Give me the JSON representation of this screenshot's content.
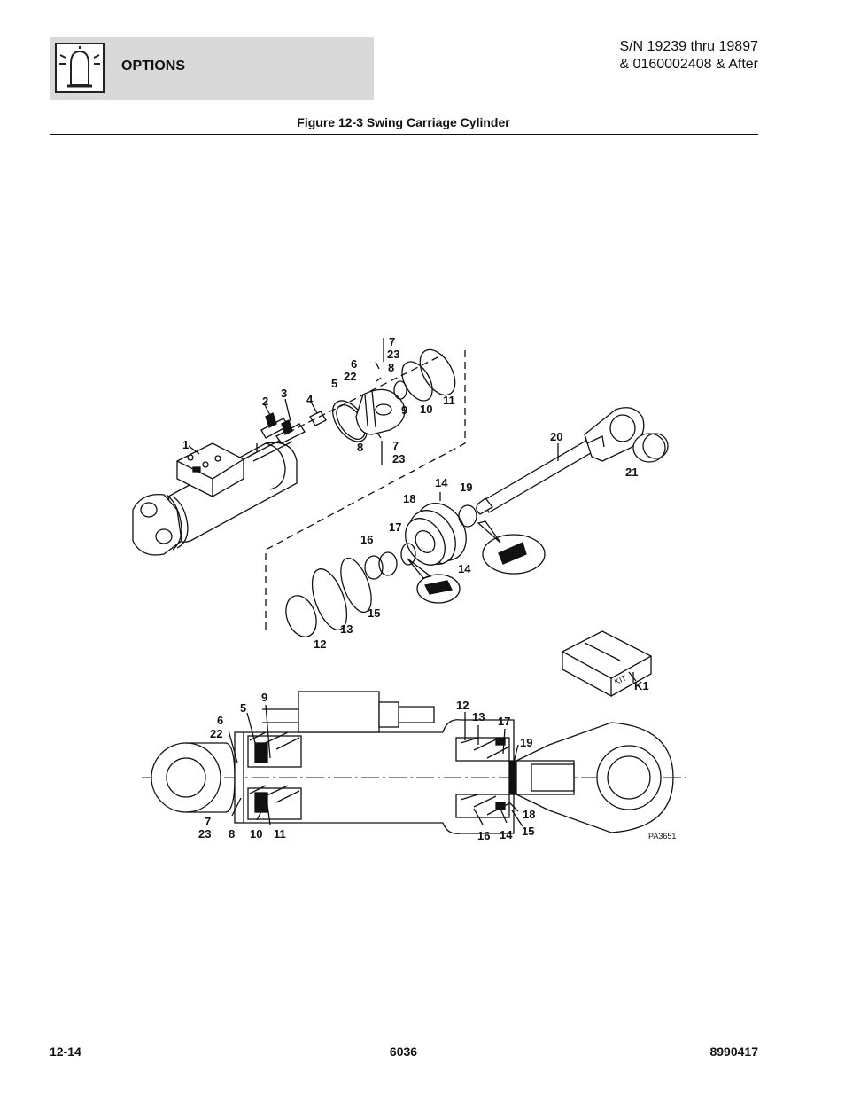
{
  "header": {
    "section": "OPTIONS",
    "serial_line1": "S/N 19239 thru 19897",
    "serial_line2": "& 0160002408 & After"
  },
  "figure": {
    "title": "Figure 12-3 Swing Carriage Cylinder",
    "art_code": "PA3651",
    "kit_text": "KIT"
  },
  "callouts": {
    "exploded": [
      "1",
      "2",
      "3",
      "4",
      "5",
      "6",
      "22",
      "7",
      "23",
      "8",
      "9",
      "10",
      "11",
      "8",
      "7",
      "23",
      "20",
      "21",
      "14",
      "19",
      "18",
      "17",
      "16",
      "14",
      "15",
      "13",
      "12"
    ],
    "kit": "K1",
    "section": [
      "9",
      "5",
      "6",
      "22",
      "7",
      "23",
      "8",
      "10",
      "11",
      "12",
      "13",
      "17",
      "19",
      "18",
      "16",
      "14",
      "15"
    ]
  },
  "footer": {
    "page": "12-14",
    "model": "6036",
    "doc_number": "8990417"
  },
  "icons": {
    "header_icon": "beacon-light-icon"
  }
}
